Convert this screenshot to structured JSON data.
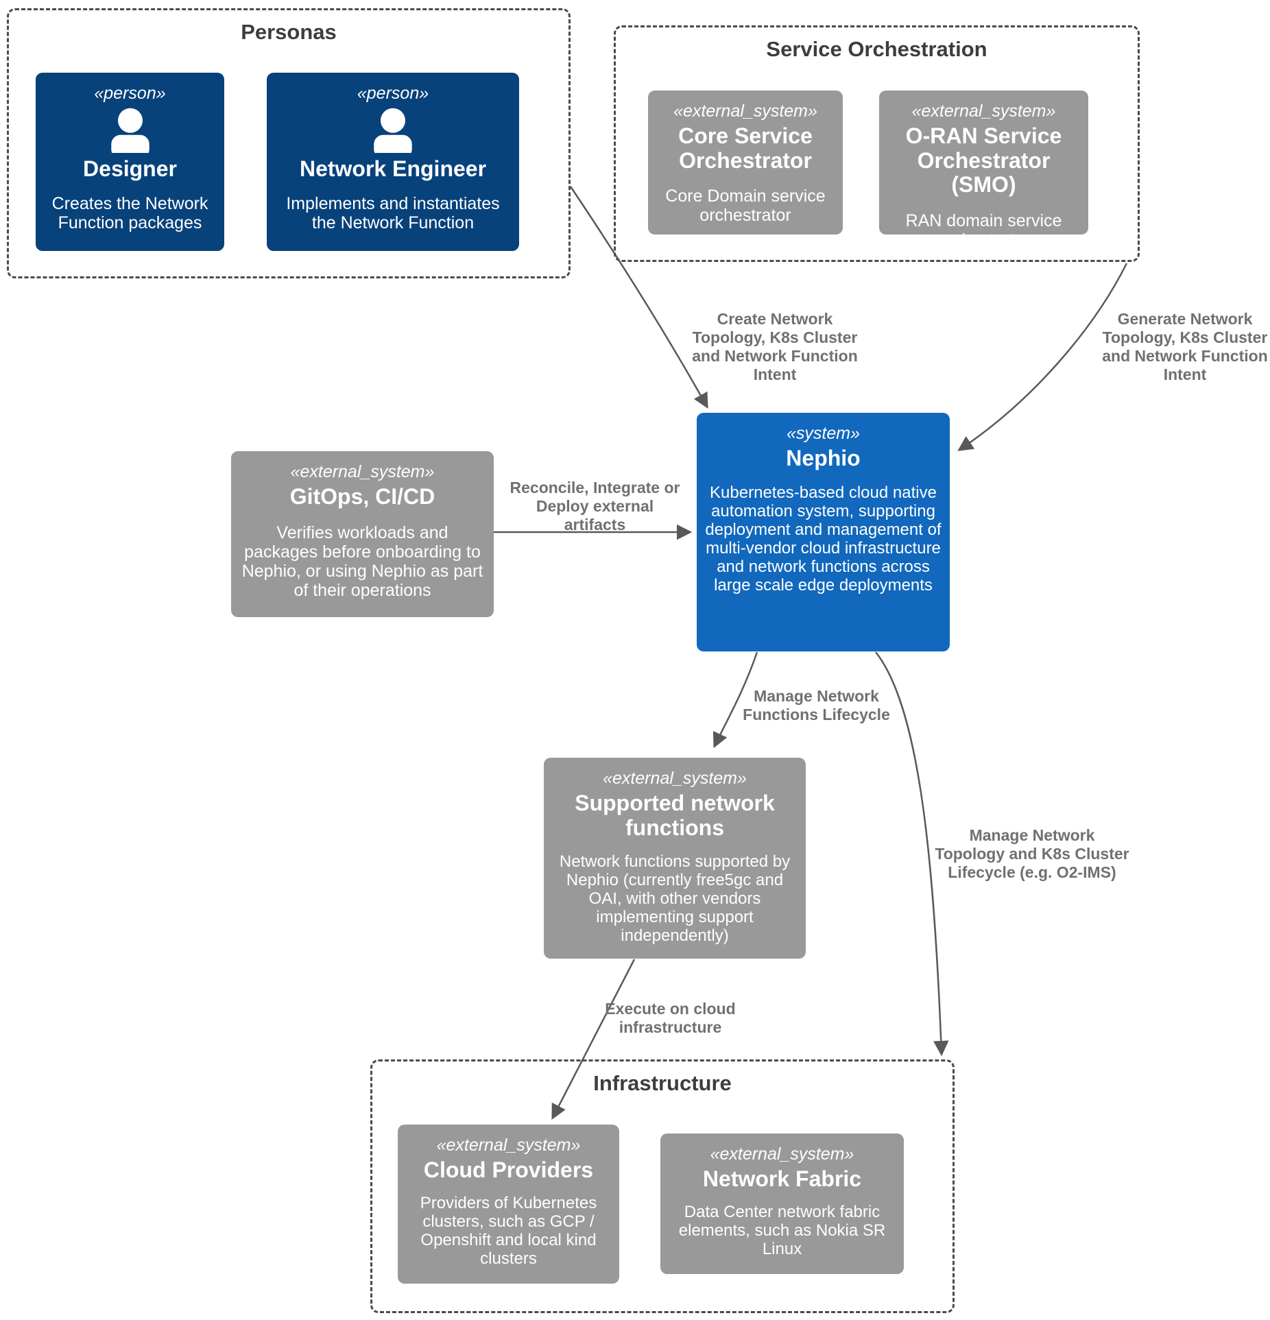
{
  "groups": {
    "personas": {
      "title": "Personas"
    },
    "service_orchestration": {
      "title": "Service Orchestration"
    },
    "infrastructure": {
      "title": "Infrastructure"
    }
  },
  "nodes": {
    "designer": {
      "stereotype": "«person»",
      "title": "Designer",
      "description": "Creates the Network Function packages"
    },
    "network_engineer": {
      "stereotype": "«person»",
      "title": "Network Engineer",
      "description": "Implements and instantiates the Network Function"
    },
    "core_service_orchestrator": {
      "stereotype": "«external_system»",
      "title": "Core Service Orchestrator",
      "description": "Core Domain service orchestrator"
    },
    "oran_service_orchestrator": {
      "stereotype": "«external_system»",
      "title": "O-RAN Service Orchestrator (SMO)",
      "description": "RAN domain service orchestrator"
    },
    "gitops": {
      "stereotype": "«external_system»",
      "title": "GitOps, CI/CD",
      "description": "Verifies workloads and packages before onboarding to Nephio, or using Nephio as part of their operations"
    },
    "nephio": {
      "stereotype": "«system»",
      "title": "Nephio",
      "description": "Kubernetes-based cloud native automation system, supporting deployment and management of multi-vendor cloud infrastructure and network functions across large scale edge deployments"
    },
    "supported_network_functions": {
      "stereotype": "«external_system»",
      "title": "Supported network functions",
      "description": "Network functions supported by Nephio (currently free5gc and OAI, with other vendors implementing support independently)"
    },
    "cloud_providers": {
      "stereotype": "«external_system»",
      "title": "Cloud Providers",
      "description": "Providers of Kubernetes clusters, such as GCP / Openshift and local kind clusters"
    },
    "network_fabric": {
      "stereotype": "«external_system»",
      "title": "Network Fabric",
      "description": "Data Center network fabric elements, such as Nokia SR Linux"
    }
  },
  "edges": {
    "create_intent": {
      "label": "Create Network Topology, K8s Cluster and Network Function Intent"
    },
    "generate_intent": {
      "label": "Generate Network Topology, K8s Cluster and Network Function Intent"
    },
    "reconcile": {
      "label": "Reconcile, Integrate or Deploy external artifacts"
    },
    "manage_nf": {
      "label": "Manage Network Functions Lifecycle"
    },
    "manage_topology": {
      "label": "Manage Network Topology and K8s Cluster Lifecycle (e.g. O2-IMS)"
    },
    "execute": {
      "label": "Execute on cloud infrastructure"
    }
  },
  "colors": {
    "person": "#08427B",
    "system": "#1168BD",
    "external_system": "#999999",
    "edge": "#595959",
    "edge_label": "#707070",
    "boundary": "#4a4a4a",
    "boundary_title": "#3d3d3d",
    "node_text": "#ffffff",
    "background": "#ffffff"
  }
}
